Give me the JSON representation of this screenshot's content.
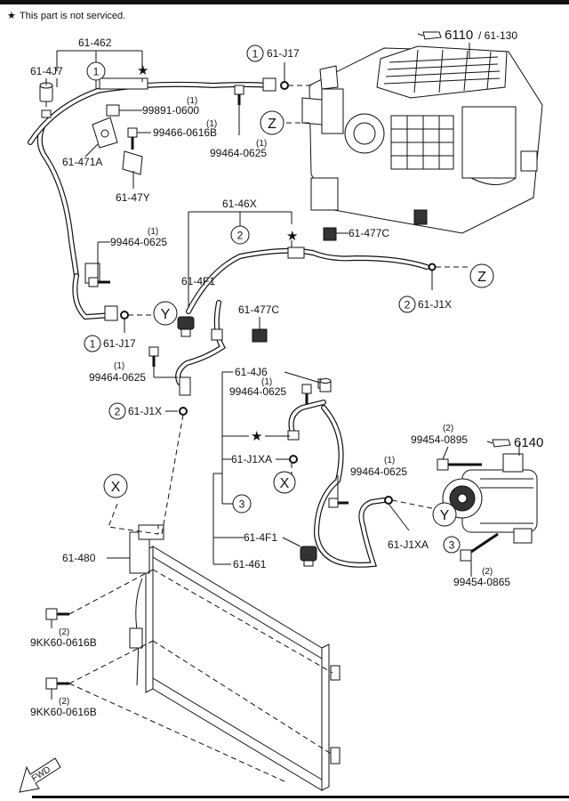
{
  "note": {
    "symbol": "★",
    "text": "This part is not serviced."
  },
  "labels": {
    "p61_462": "61-462",
    "p61_4J7": "61-4J7",
    "p99891_0600": "99891-0600",
    "p99466_0616B": "99466-0616B",
    "p61_471A": "61-471A",
    "p61_47Y": "61-47Y",
    "p61_J17_top": "61-J17",
    "p99464_0625_a": "99464-0625",
    "p6110": "6110",
    "p61_130": "/ 61-130",
    "p61_46X": "61-46X",
    "p99464_0625_b": "99464-0625",
    "p61_477C_a": "61-477C",
    "p61_4F1_a": "61-4F1",
    "p61_477C_b": "61-477C",
    "p61_J1X_right": "61-J1X",
    "p61_J17_left": "61-J17",
    "p99464_0625_c": "99464-0625",
    "p61_4J6": "61-4J6",
    "p99464_0625_d": "99464-0625",
    "p61_J1X_left": "61-J1X",
    "p99454_0895": "99454-0895",
    "p6140": "6140",
    "p61_J1XA_a": "61-J1XA",
    "p99464_0625_e": "99464-0625",
    "p61_4F1_b": "61-4F1",
    "p61_J1XA_b": "61-J1XA",
    "p61_461": "61-461",
    "p61_480": "61-480",
    "p99454_0865": "99454-0865",
    "p9KK60_a": "9KK60-0616B",
    "p9KK60_b": "9KK60-0616B",
    "fwd": "FWD"
  },
  "quantities": {
    "q99891": "(1)",
    "q99466": "(1)",
    "q99464_a": "(1)",
    "q99464_b": "(1)",
    "q99464_c": "(1)",
    "q99464_d": "(1)",
    "q99454_0895": "(2)",
    "q99464_e": "(1)",
    "q99454_0865": "(2)",
    "q9KK60_a": "(2)",
    "q9KK60_b": "(2)"
  },
  "callouts": {
    "c1": "1",
    "c2": "2",
    "c3": "3"
  },
  "connectors": {
    "x": "X",
    "y": "Y",
    "z": "Z"
  }
}
